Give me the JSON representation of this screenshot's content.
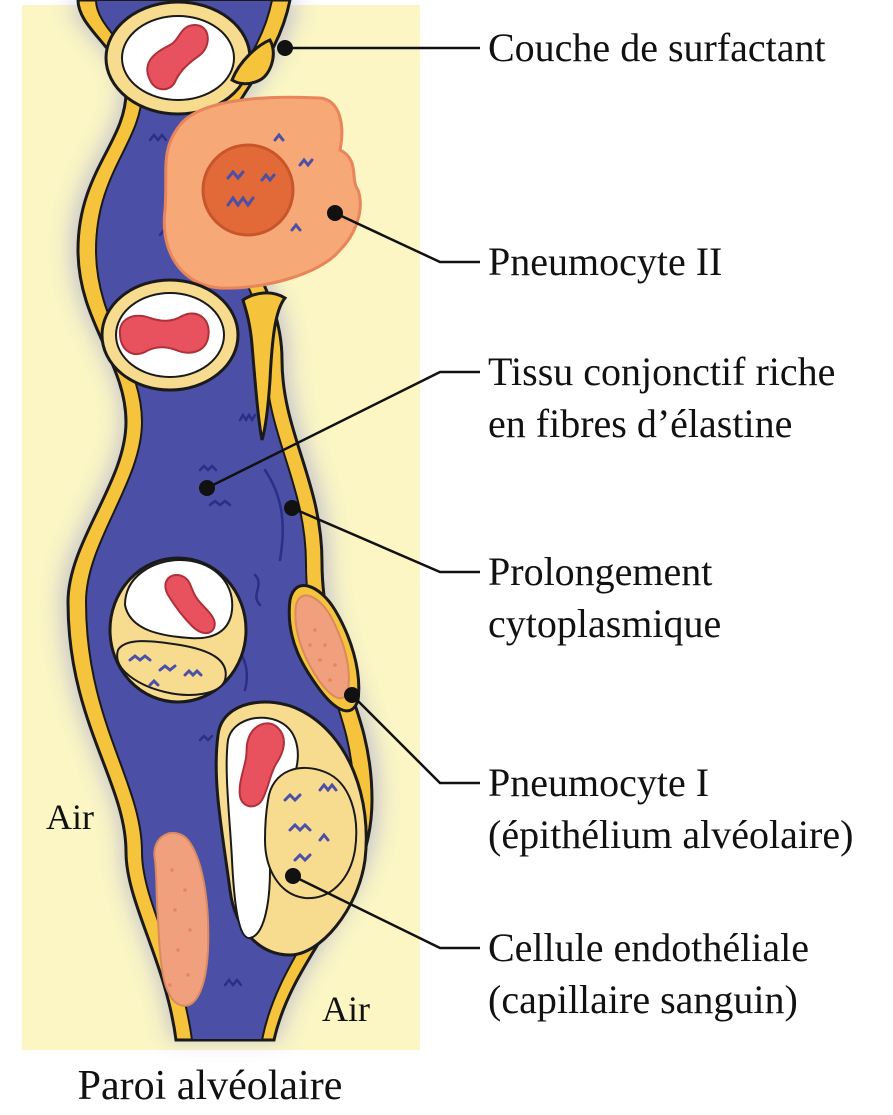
{
  "colors": {
    "air": "#fbf6c4",
    "interstitium": "#4b4fa6",
    "epithelium": "#f5c33c",
    "erythrocyte": "#e8525f",
    "pneumocyte_ii": "#f7a877",
    "nucleus": "#e16a38",
    "pneumocyte_i": "#f0a07c",
    "endothelial": "#f7dc90",
    "fibres": "#2d2f86"
  },
  "labels": {
    "surfactant": "Couche de surfactant",
    "pneumocyte_ii": "Pneumocyte II",
    "tissu_line1": "Tissu conjonctif riche",
    "tissu_line2": "en fibres d’élastine",
    "prolongement_line1": "Prolongement",
    "prolongement_line2": "cytoplasmique",
    "pneumocyte_i_line1": "Pneumocyte I",
    "pneumocyte_i_line2": "(épithélium alvéolaire)",
    "endothelial_line1": "Cellule endothéliale",
    "endothelial_line2": "(capillaire sanguin)",
    "air_left": "Air",
    "air_right": "Air"
  },
  "caption": "Paroi alvéolaire"
}
